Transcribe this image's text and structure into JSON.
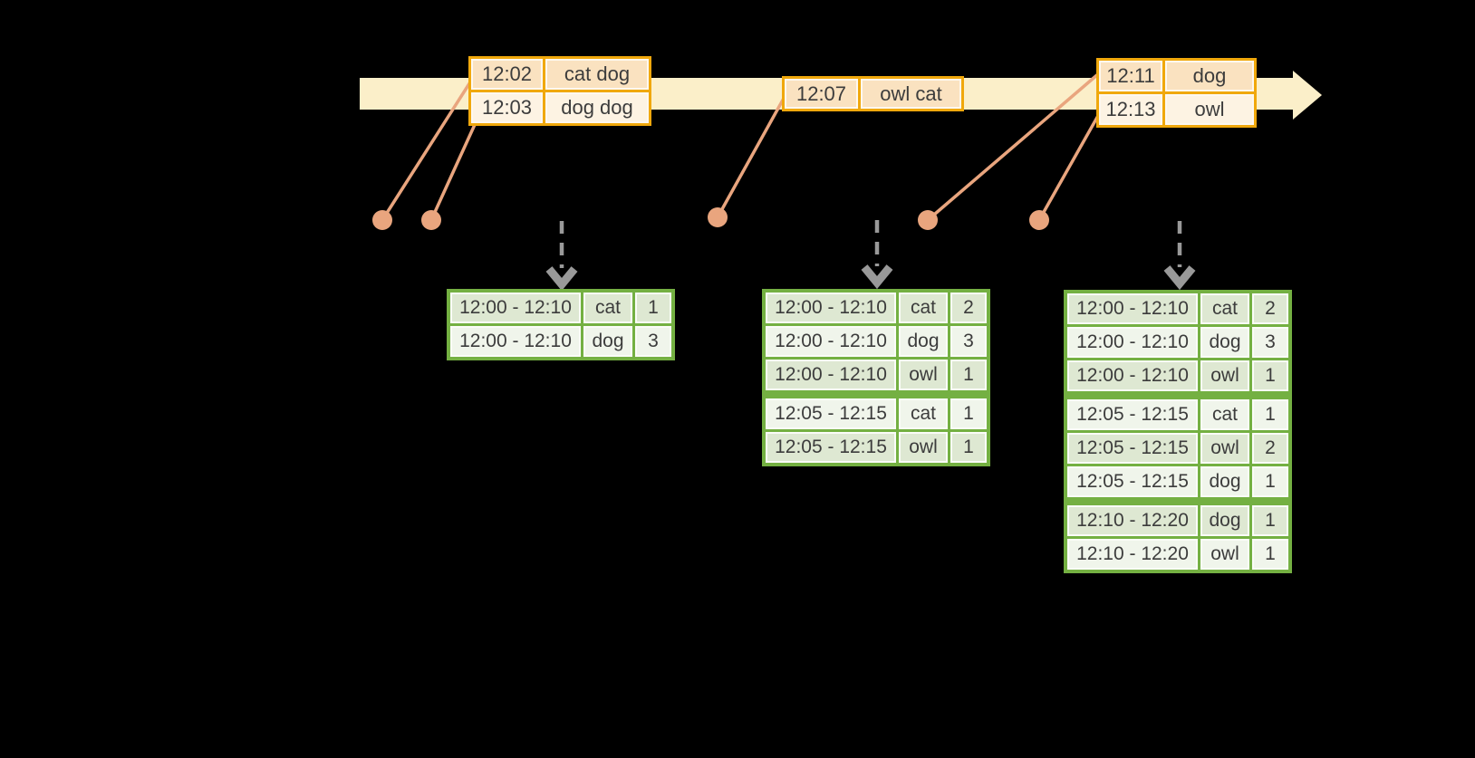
{
  "diagram": {
    "kind": "event-time windowed aggregation timeline",
    "colors": {
      "background": "#000000",
      "timeline_fill": "#FBEFC9",
      "event_table_border": "#F0A80C",
      "event_row_dark": "#FAE2C0",
      "event_row_light": "#FDF3E3",
      "connector_salmon": "#E9A57E",
      "trigger_arrow_gray": "#999999",
      "result_table_border": "#74B042",
      "result_row_dark": "#DEE8D2",
      "result_row_light": "#F0F5EB",
      "text": "#3C3C3C"
    }
  },
  "event_tables": [
    {
      "rows": [
        {
          "time": "12:02",
          "words": "cat dog"
        },
        {
          "time": "12:03",
          "words": "dog dog"
        }
      ]
    },
    {
      "rows": [
        {
          "time": "12:07",
          "words": "owl cat"
        }
      ]
    },
    {
      "rows": [
        {
          "time": "12:11",
          "words": "dog"
        },
        {
          "time": "12:13",
          "words": "owl"
        }
      ]
    }
  ],
  "result_tables": [
    {
      "rows": [
        {
          "window": "12:00 - 12:10",
          "word": "cat",
          "count": "1"
        },
        {
          "window": "12:00 - 12:10",
          "word": "dog",
          "count": "3"
        }
      ]
    },
    {
      "rows": [
        {
          "window": "12:00 - 12:10",
          "word": "cat",
          "count": "2"
        },
        {
          "window": "12:00 - 12:10",
          "word": "dog",
          "count": "3"
        },
        {
          "window": "12:00 - 12:10",
          "word": "owl",
          "count": "1"
        },
        {
          "window": "12:05 - 12:15",
          "word": "cat",
          "count": "1"
        },
        {
          "window": "12:05 - 12:15",
          "word": "owl",
          "count": "1"
        }
      ]
    },
    {
      "rows": [
        {
          "window": "12:00 - 12:10",
          "word": "cat",
          "count": "2"
        },
        {
          "window": "12:00 - 12:10",
          "word": "dog",
          "count": "3"
        },
        {
          "window": "12:00 - 12:10",
          "word": "owl",
          "count": "1"
        },
        {
          "window": "12:05 - 12:15",
          "word": "cat",
          "count": "1"
        },
        {
          "window": "12:05 - 12:15",
          "word": "owl",
          "count": "2"
        },
        {
          "window": "12:05 - 12:15",
          "word": "dog",
          "count": "1"
        },
        {
          "window": "12:10 - 12:20",
          "word": "dog",
          "count": "1"
        },
        {
          "window": "12:10 - 12:20",
          "word": "owl",
          "count": "1"
        }
      ]
    }
  ]
}
